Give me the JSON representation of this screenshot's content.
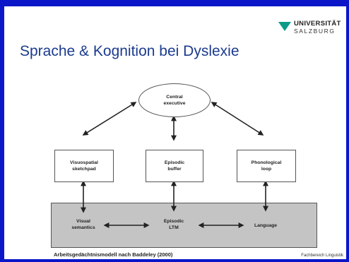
{
  "logo": {
    "line1": "UNIVERSITÄT",
    "line2": "SALZBURG",
    "accent_color": "#0d9a8a"
  },
  "slide_title": "Sprache & Kognition bei Dyslexie",
  "diagram": {
    "central": "Central\nexecutive",
    "visuospatial": "Visuospatial\nsketchpad",
    "episodic_buffer": "Episodic\nbuffer",
    "phonological": "Phonological\nloop",
    "visual_semantics": "Visual\nsemantics",
    "episodic_ltm": "Episodic\nLTM",
    "language": "Language"
  },
  "caption": "Arbeitsgedächtnismodell nach Baddeley (2000)",
  "footer": "Fachbereich Linguistik",
  "colors": {
    "background": "#0a16c8",
    "title": "#1b3b8f",
    "ltm_band": "#c4c4c4"
  }
}
